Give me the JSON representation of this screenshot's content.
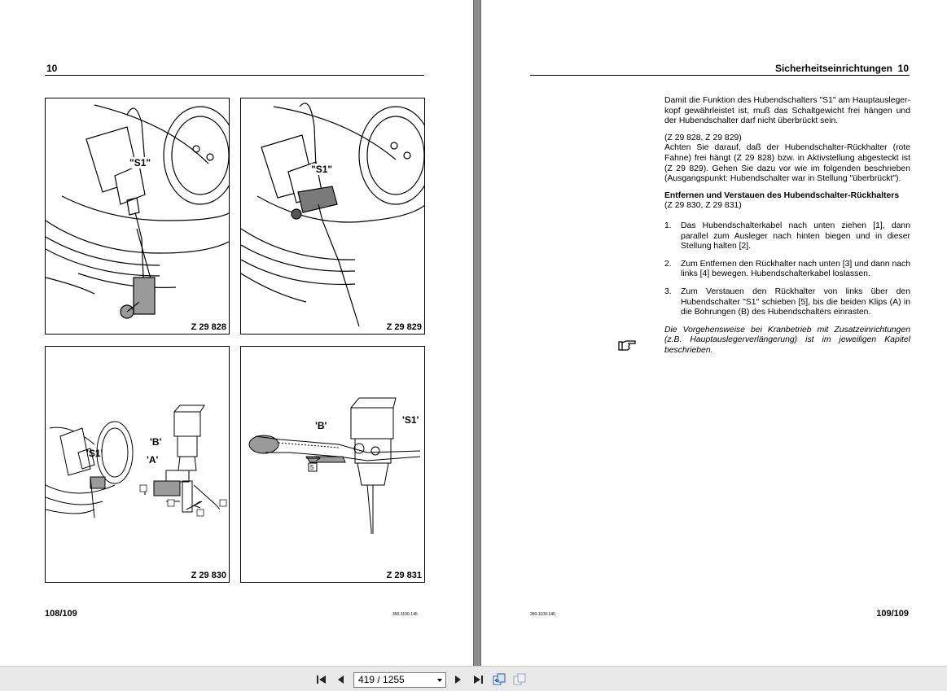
{
  "left_page": {
    "header_number": "10",
    "figures": [
      {
        "label": "Z 29 828",
        "callouts": [
          "\"S1\""
        ]
      },
      {
        "label": "Z 29 829",
        "callouts": [
          "\"S1\""
        ]
      },
      {
        "label": "Z 29 830",
        "callouts": [
          "'S1'",
          "'B'",
          "'A'"
        ]
      },
      {
        "label": "Z 29 831",
        "callouts": [
          "'B'",
          "'S1'",
          "5"
        ]
      }
    ],
    "footer_page": "108/109",
    "footer_code": "350-1100-145"
  },
  "right_page": {
    "header_title": "Sicherheitseinrichtungen",
    "header_number": "10",
    "intro": "Damit die Funktion des Hubendschalters \"S1\" am Hauptausleger­kopf gewährleistet ist, muß das Schaltgewicht frei hängen und der Hubendschalter darf nicht überbrückt sein.",
    "figure_ref_1": "(Z 29 828, Z 29 829)",
    "paragraph_2": "Achten Sie darauf, daß der Hubendschalter-Rückhalter (rote Fahne) frei hängt (Z 29 828) bzw. in Aktivstellung abgesteckt ist (Z 29 829). Gehen Sie dazu vor wie im folgenden beschrieben (Ausgangspunkt: Hubendschalter war in Stellung \"überbrückt\").",
    "section_heading": "Entfernen und Verstauen des Hubendschalter-Rückhalters",
    "figure_ref_2": "(Z 29 830, Z 29 831)",
    "steps": [
      {
        "num": "1.",
        "text": "Das Hubendschalterkabel nach unten ziehen [1], dann parallel zum Ausleger nach hinten biegen und in dieser Stellung halten [2]."
      },
      {
        "num": "2.",
        "text": "Zum Entfernen den Rückhalter nach unten [3] und dann nach links [4] bewegen. Hubendschalterkabel loslassen."
      },
      {
        "num": "3.",
        "text": "Zum Verstauen den Rückhalter von links über den Hubendschalter \"S1\" schieben [5], bis die beiden Klips (A) in die Bohrungen (B) des Hubendschalters einrasten."
      }
    ],
    "note": "Die Vorgehensweise bei Kranbetrieb mit Zusatzeinrichtungen (z.B. Hauptauslegerverlängerung) ist im jeweiligen Kapitel beschrieben.",
    "note_icon": "pointing-hand-icon",
    "footer_page": "109/109",
    "footer_code": "350-1100-145"
  },
  "toolbar": {
    "page_indicator": "419 / 1255",
    "buttons": [
      "first-page-icon",
      "previous-page-icon",
      "next-page-icon",
      "last-page-icon",
      "previous-view-icon",
      "next-view-icon"
    ]
  }
}
